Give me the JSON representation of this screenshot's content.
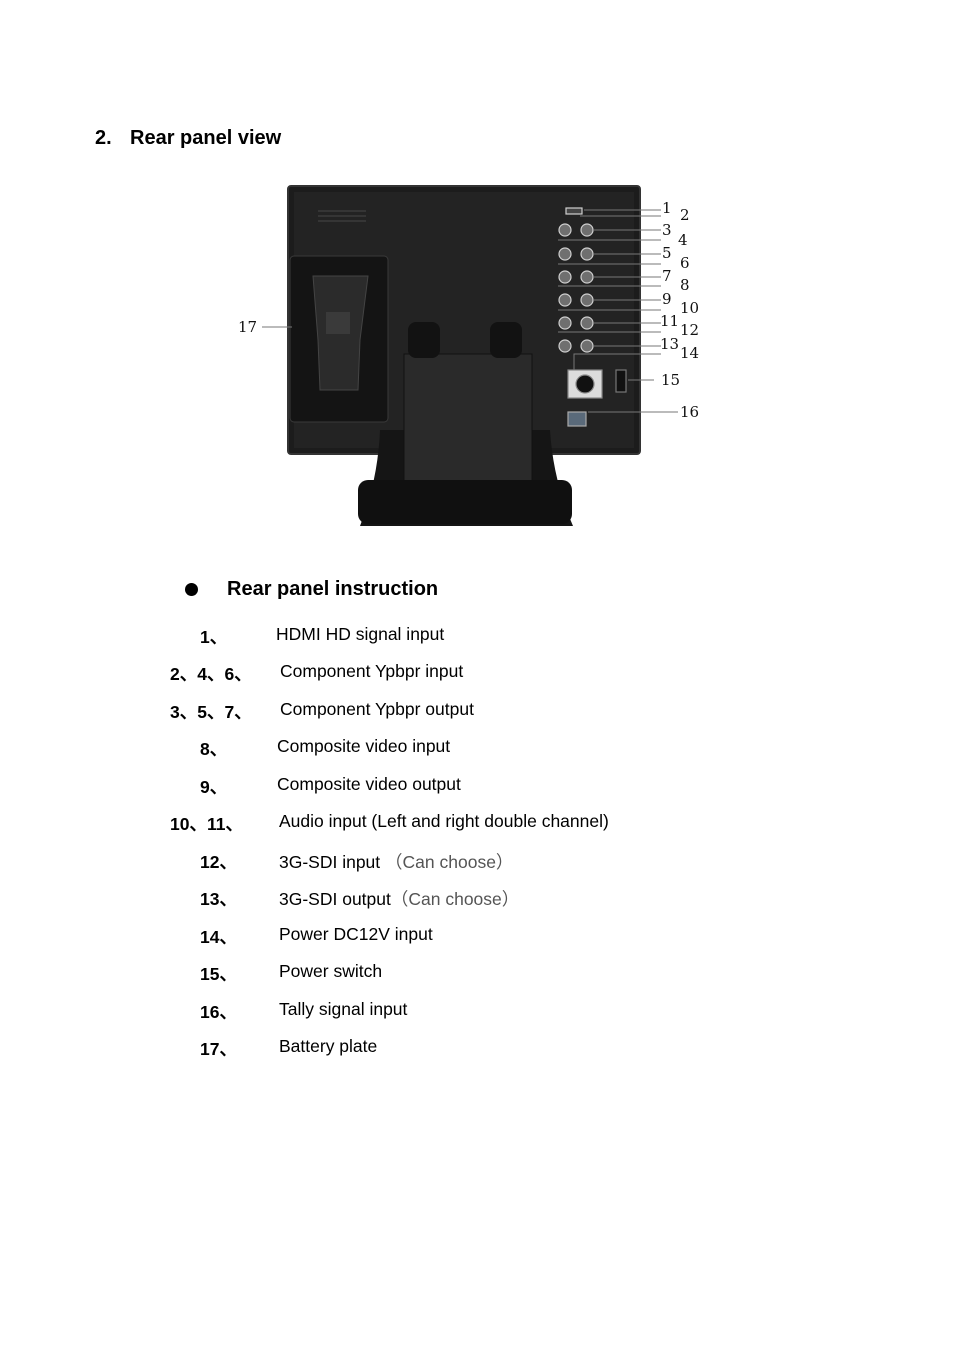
{
  "section": {
    "number": "2.",
    "title": "Rear panel view"
  },
  "figure": {
    "callouts": [
      "1",
      "2",
      "3",
      "4",
      "5",
      "6",
      "7",
      "8",
      "9",
      "10",
      "11",
      "12",
      "13",
      "14",
      "15",
      "16",
      "17"
    ]
  },
  "instruction": {
    "heading": "Rear panel instruction",
    "items": [
      {
        "index": "1、",
        "text": "HDMI HD signal input",
        "note": ""
      },
      {
        "index": "2、4、6、",
        "text": "Component Ypbpr input",
        "note": ""
      },
      {
        "index": "3、5、7、",
        "text": "Component Ypbpr output",
        "note": ""
      },
      {
        "index": "8、",
        "text": "Composite video input",
        "note": ""
      },
      {
        "index": "9、",
        "text": "Composite video output",
        "note": ""
      },
      {
        "index": "10、11、",
        "text": "Audio input (Left and right double channel)",
        "note": ""
      },
      {
        "index": "12、",
        "text": "3G-SDI input ",
        "note": "（Can choose）"
      },
      {
        "index": "13、",
        "text": "3G-SDI output",
        "note": "（Can choose）"
      },
      {
        "index": "14、",
        "text": "Power DC12V input",
        "note": ""
      },
      {
        "index": "15、",
        "text": "Power switch",
        "note": ""
      },
      {
        "index": "16、",
        "text": "Tally signal input",
        "note": ""
      },
      {
        "index": "17、",
        "text": "Battery plate",
        "note": ""
      }
    ]
  }
}
